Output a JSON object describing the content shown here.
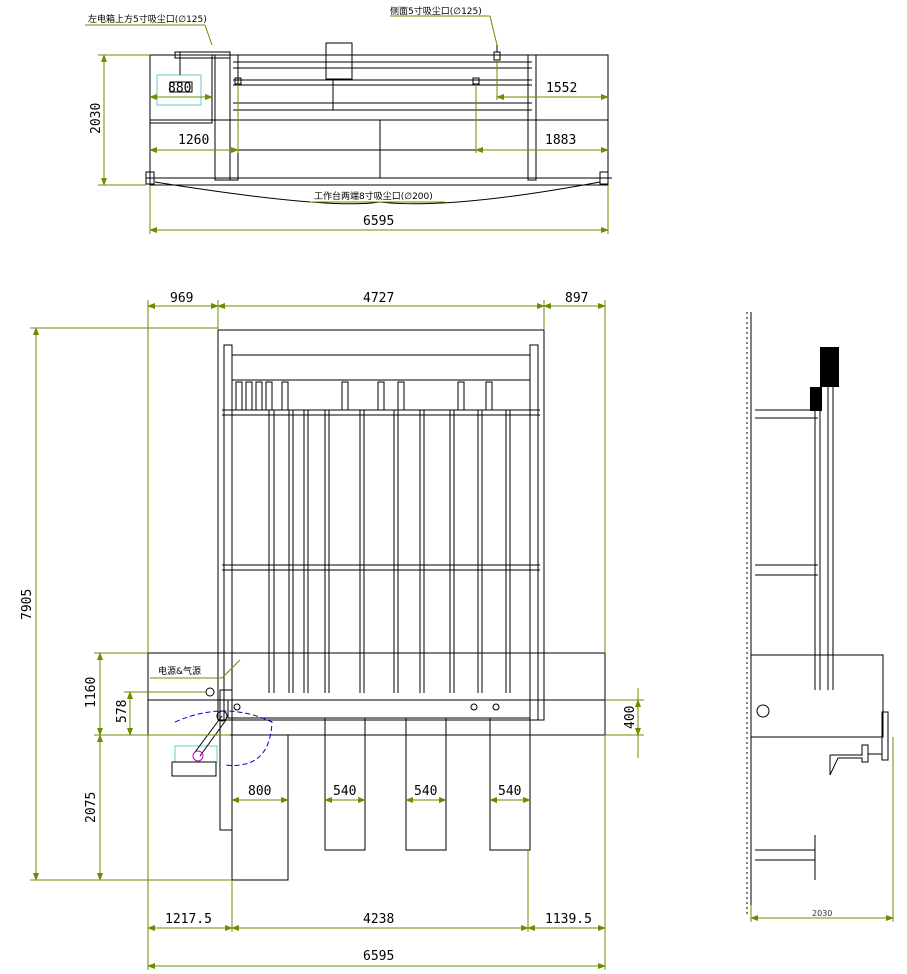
{
  "annotations": {
    "left_cabinet_port": "左电箱上方5寸吸尘口(∅125)",
    "side_port": "侧面5寸吸尘口(∅125)",
    "table_ends_port": "工作台两端8寸吸尘口(∅200)",
    "power_air": "电源&气源"
  },
  "top_view": {
    "w_880": "880",
    "h_2030": "2030",
    "w_1552": "1552",
    "w_1260": "1260",
    "w_1883": "1883",
    "total_6595": "6595"
  },
  "plan_view": {
    "w_969": "969",
    "w_4727": "4727",
    "w_897": "897",
    "h_7905": "7905",
    "h_1160": "1160",
    "h_578": "578",
    "h_400": "400",
    "h_2075": "2075",
    "w_800": "800",
    "w_540_a": "540",
    "w_540_b": "540",
    "w_540_c": "540",
    "w_1217_5": "1217.5",
    "w_4238": "4238",
    "w_1139_5": "1139.5",
    "total_6595": "6595"
  },
  "side_view": {
    "w_2030": "2030"
  },
  "colors": {
    "dimension": "#6b8e00",
    "outline": "#000000",
    "highlight": "#66cccc",
    "arc": "#0000cc",
    "magenta": "#cc00cc"
  }
}
